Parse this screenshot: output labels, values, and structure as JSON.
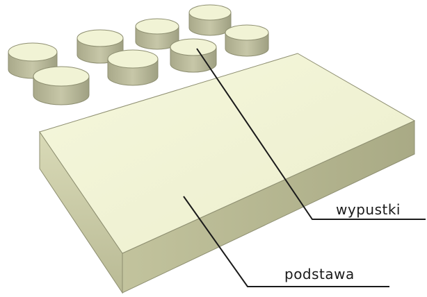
{
  "labels": {
    "studs": "wypustki",
    "base": "podstawa"
  },
  "colors": {
    "top_face": "#f1f3d5",
    "side_face": "#c8c8a5",
    "edge": "#8d8e70",
    "leader_line": "#1a1a1a"
  },
  "parts": {
    "studs_count": 8
  }
}
